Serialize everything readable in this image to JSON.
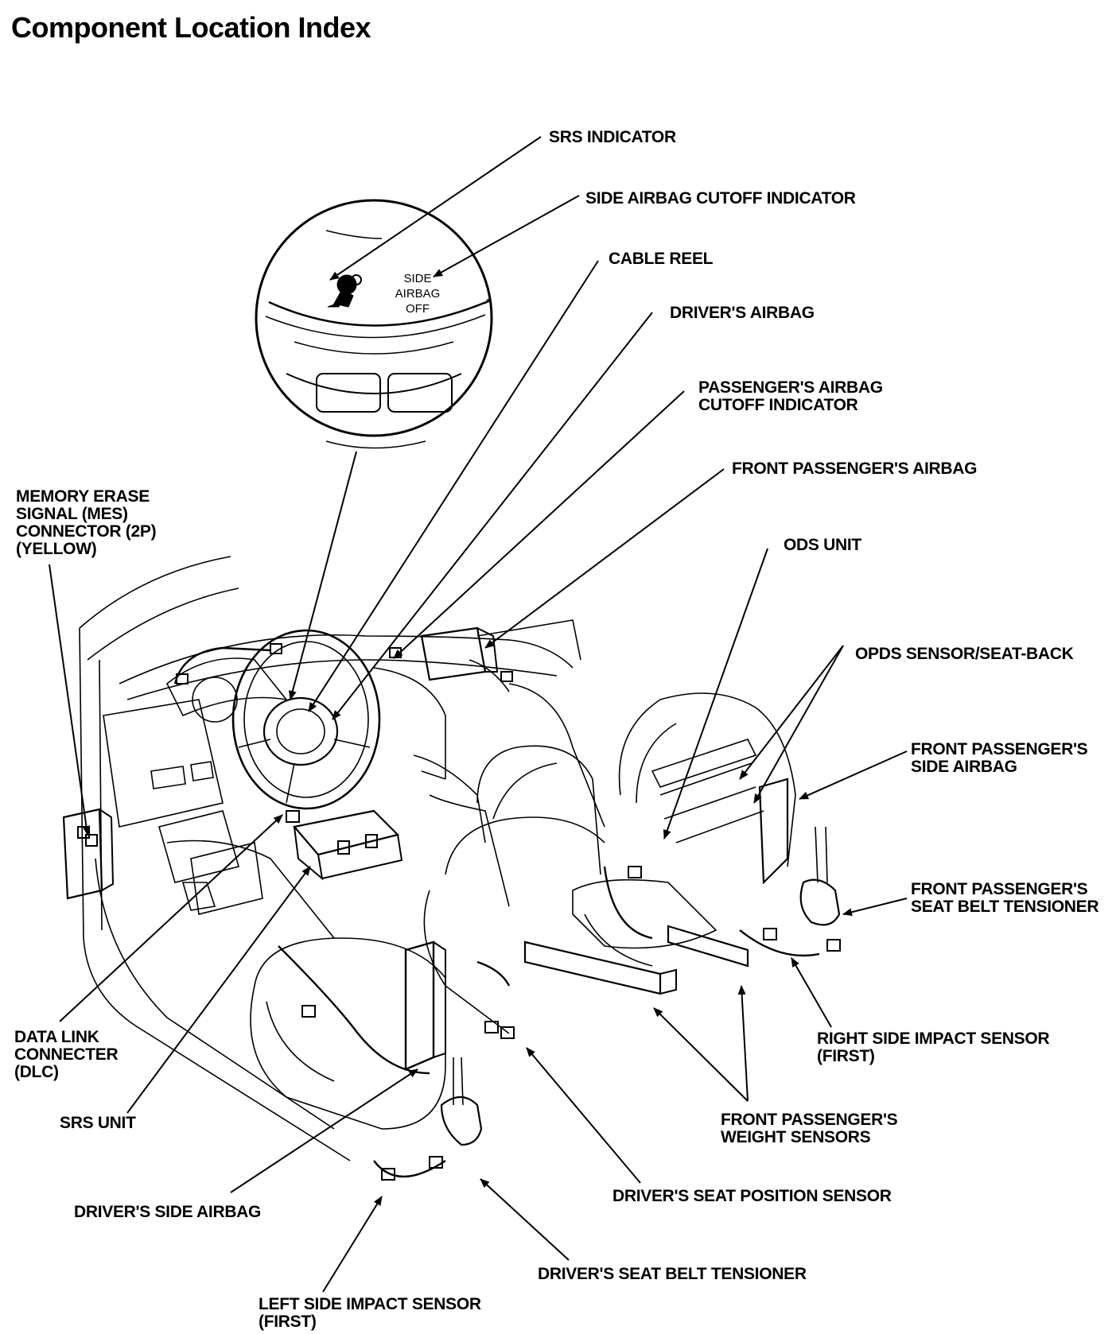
{
  "title": "Component Location Index",
  "inset_panel_text": [
    "SIDE",
    "AIRBAG",
    "OFF"
  ],
  "labels": {
    "srs_indicator": [
      "SRS INDICATOR"
    ],
    "side_airbag_cutoff_indicator": [
      "SIDE AIRBAG CUTOFF INDICATOR"
    ],
    "cable_reel": [
      "CABLE REEL"
    ],
    "drivers_airbag": [
      "DRIVER'S AIRBAG"
    ],
    "passengers_airbag_cutoff_indicator": [
      "PASSENGER'S AIRBAG",
      "CUTOFF INDICATOR"
    ],
    "front_passengers_airbag": [
      "FRONT PASSENGER'S AIRBAG"
    ],
    "ods_unit": [
      "ODS UNIT"
    ],
    "opds_sensor_seat_back": [
      "OPDS SENSOR/SEAT-BACK"
    ],
    "front_passengers_side_airbag": [
      "FRONT PASSENGER'S",
      "SIDE AIRBAG"
    ],
    "front_passengers_seat_belt_tensioner": [
      "FRONT PASSENGER'S",
      "SEAT BELT TENSIONER"
    ],
    "right_side_impact_sensor": [
      "RIGHT SIDE IMPACT SENSOR",
      "(FIRST)"
    ],
    "front_passengers_weight_sensors": [
      "FRONT PASSENGER'S",
      "WEIGHT SENSORS"
    ],
    "drivers_seat_position_sensor": [
      "DRIVER'S SEAT POSITION SENSOR"
    ],
    "drivers_seat_belt_tensioner": [
      "DRIVER'S SEAT BELT TENSIONER"
    ],
    "left_side_impact_sensor": [
      "LEFT SIDE IMPACT SENSOR",
      "(FIRST)"
    ],
    "drivers_side_airbag": [
      "DRIVER'S SIDE AIRBAG"
    ],
    "srs_unit": [
      "SRS UNIT"
    ],
    "data_link_connector": [
      "DATA LINK",
      "CONNECTER",
      "(DLC)"
    ],
    "memory_erase_signal_connector": [
      "MEMORY ERASE",
      "SIGNAL (MES)",
      "CONNECTOR (2P)",
      "(YELLOW)"
    ]
  }
}
